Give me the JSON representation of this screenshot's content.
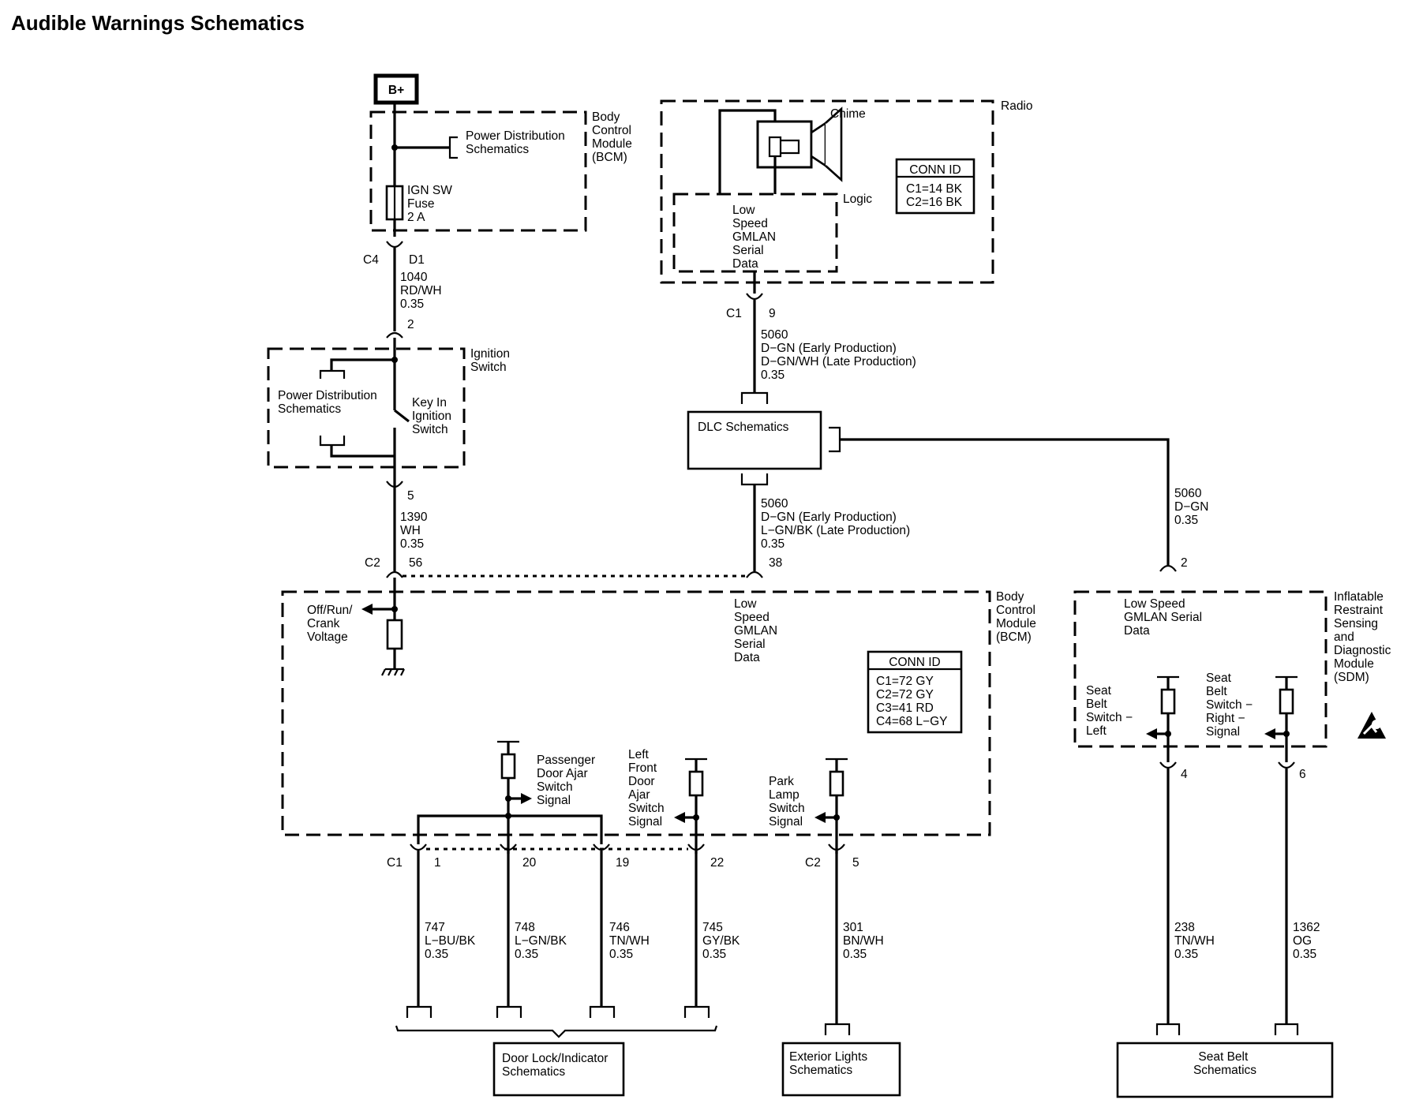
{
  "title": "Audible Warnings Schematics",
  "power": {
    "b_plus": "B+"
  },
  "bcm_top": {
    "name": [
      "Body",
      "Control",
      "Module",
      "(BCM)"
    ],
    "power_ref": [
      "Power Distribution",
      "Schematics"
    ],
    "fuse": [
      "IGN SW",
      "Fuse",
      "2 A"
    ]
  },
  "conn_c4": {
    "conn": "C4",
    "pin": "D1"
  },
  "wire_1040": [
    "1040",
    "RD/WH",
    "0.35"
  ],
  "ignition": {
    "pin_in": "2",
    "name": [
      "Ignition",
      "Switch"
    ],
    "power_ref": [
      "Power Distribution",
      "Schematics"
    ],
    "key_switch": [
      "Key In",
      "Ignition",
      "Switch"
    ],
    "pin_out": "5"
  },
  "wire_1390": [
    "1390",
    "WH",
    "0.35"
  ],
  "conn_c2_56": {
    "conn": "C2",
    "pin": "56"
  },
  "radio": {
    "name": "Radio",
    "chime": "Chime",
    "logic": "Logic",
    "gmlan": [
      "Low",
      "Speed",
      "GMLAN",
      "Serial",
      "Data"
    ],
    "conn_id_title": "CONN ID",
    "conn_ids": [
      "C1=14 BK",
      "C2=16 BK"
    ],
    "conn": "C1",
    "pin": "9"
  },
  "wire_5060_top": [
    "5060",
    "D−GN (Early Production)",
    "D−GN/WH (Late Production)",
    "0.35"
  ],
  "dlc": {
    "label": "DLC Schematics"
  },
  "wire_5060_mid": [
    "5060",
    "D−GN (Early Production)",
    "L−GN/BK (Late Production)",
    "0.35"
  ],
  "wire_5060_right": [
    "5060",
    "D−GN",
    "0.35"
  ],
  "bcm_main": {
    "pin_38": "38",
    "name": [
      "Body",
      "Control",
      "Module",
      "(BCM)"
    ],
    "offrun": [
      "Off/Run/",
      "Crank",
      "Voltage"
    ],
    "gmlan": [
      "Low",
      "Speed",
      "GMLAN",
      "Serial",
      "Data"
    ],
    "conn_id_title": "CONN ID",
    "conn_ids": [
      "C1=72 GY",
      "C2=72 GY",
      "C3=41 RD",
      "C4=68 L−GY"
    ],
    "passenger": [
      "Passenger",
      "Door Ajar",
      "Switch",
      "Signal"
    ],
    "left_front": [
      "Left",
      "Front",
      "Door",
      "Ajar",
      "Switch",
      "Signal"
    ],
    "park_lamp": [
      "Park",
      "Lamp",
      "Switch",
      "Signal"
    ]
  },
  "conn_c1": {
    "conn": "C1",
    "pins": [
      "1",
      "20",
      "19",
      "22"
    ]
  },
  "conn_c2": {
    "conn": "C2",
    "pin": "5"
  },
  "wires_bottom": [
    [
      "747",
      "L−BU/BK",
      "0.35"
    ],
    [
      "748",
      "L−GN/BK",
      "0.35"
    ],
    [
      "746",
      "TN/WH",
      "0.35"
    ],
    [
      "745",
      "GY/BK",
      "0.35"
    ],
    [
      "301",
      "BN/WH",
      "0.35"
    ],
    [
      "238",
      "TN/WH",
      "0.35"
    ],
    [
      "1362",
      "OG",
      "0.35"
    ]
  ],
  "sdm": {
    "pin_top": "2",
    "name": [
      "Inflatable",
      "Restraint",
      "Sensing",
      "and",
      "Diagnostic",
      "Module",
      "(SDM)"
    ],
    "gmlan": [
      "Low Speed",
      "GMLAN Serial",
      "Data"
    ],
    "seatbelt_left": [
      "Seat",
      "Belt",
      "Switch −",
      "Left"
    ],
    "seatbelt_right": [
      "Seat",
      "Belt",
      "Switch −",
      "Right −",
      "Signal"
    ],
    "pin_left": "4",
    "pin_right": "6"
  },
  "destinations": {
    "door_lock": [
      "Door Lock/Indicator",
      "Schematics"
    ],
    "exterior": [
      "Exterior Lights",
      "Schematics"
    ],
    "seat_belt": [
      "Seat Belt",
      "Schematics"
    ]
  }
}
